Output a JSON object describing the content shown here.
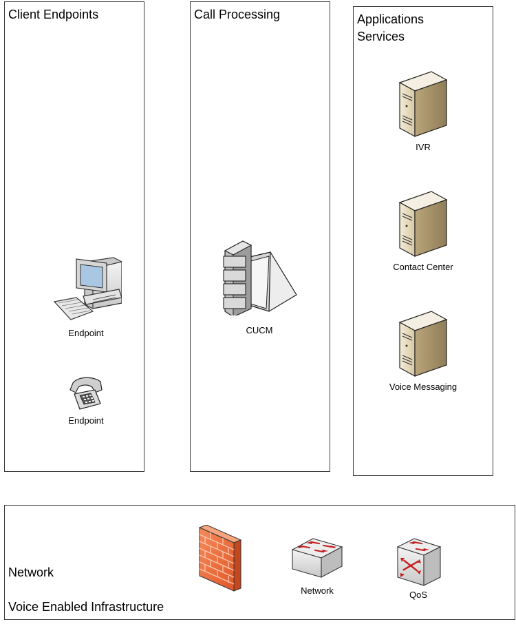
{
  "panels": {
    "client_endpoints": {
      "title": "Client Endpoints"
    },
    "call_processing": {
      "title": "Call Processing"
    },
    "applications": {
      "title": "Applications\nServices"
    },
    "network": {
      "title_line1": "Network",
      "title_line2": "Voice Enabled Infrastructure"
    }
  },
  "nodes": {
    "endpoint_pc": {
      "label": "Endpoint",
      "icon": "workstation-icon"
    },
    "endpoint_phone": {
      "label": "Endpoint",
      "icon": "telephone-icon"
    },
    "cucm": {
      "label": "CUCM",
      "icon": "call-manager-server-icon"
    },
    "ivr": {
      "label": "IVR",
      "icon": "tower-server-icon"
    },
    "contact_center": {
      "label": "Contact Center",
      "icon": "tower-server-icon"
    },
    "voice_messaging": {
      "label": "Voice Messaging",
      "icon": "tower-server-icon"
    },
    "firewall": {
      "label": "",
      "icon": "firewall-icon"
    },
    "network_switch": {
      "label": "Network",
      "icon": "switch-icon"
    },
    "qos": {
      "label": "QoS",
      "icon": "multilayer-switch-icon"
    }
  },
  "colors": {
    "server_front": "#e9dfc6",
    "firewall": "#f06a3a",
    "arrow_red": "#c41e1e",
    "switch_gray": "#d9d9d9"
  }
}
